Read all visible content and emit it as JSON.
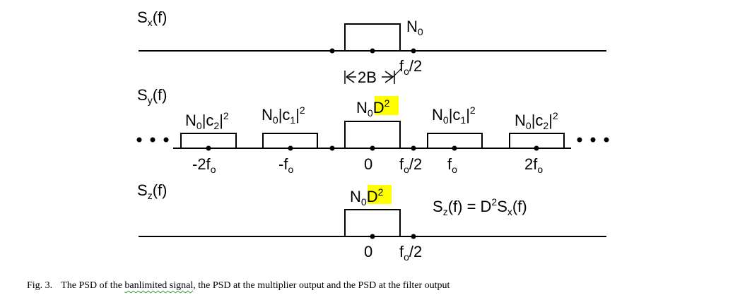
{
  "panels": {
    "sx": {
      "label_main": "S",
      "label_sub": "x",
      "label_tail": "(f)",
      "box_label_main": "N",
      "box_label_sub": "0",
      "fo2_main": "f",
      "fo2_sub": "o",
      "fo2_tail": "/2",
      "bandwidth_label": "2B"
    },
    "sy": {
      "label_main": "S",
      "label_sub": "y",
      "label_tail": "(f)",
      "ellipsis_left": "•••",
      "ellipsis_right": "•••",
      "boxes": [
        {
          "n": "N",
          "n_sub": "0",
          "mid": "|c",
          "c_sub": "2",
          "end": "|",
          "sup": "2",
          "highlight": false
        },
        {
          "n": "N",
          "n_sub": "0",
          "mid": "|c",
          "c_sub": "1",
          "end": "|",
          "sup": "2",
          "highlight": false
        },
        {
          "n": "N",
          "n_sub": "0",
          "mid": "D",
          "c_sub": "",
          "end": "",
          "sup": "2",
          "highlight": true
        },
        {
          "n": "N",
          "n_sub": "0",
          "mid": "|c",
          "c_sub": "1",
          "end": "|",
          "sup": "2",
          "highlight": false
        },
        {
          "n": "N",
          "n_sub": "0",
          "mid": "|c",
          "c_sub": "2",
          "end": "|",
          "sup": "2",
          "highlight": false
        }
      ],
      "ticks": {
        "minus_2fo_main": "-2f",
        "minus_2fo_sub": "o",
        "minus_fo_main": "-f",
        "minus_fo_sub": "o",
        "zero": "0",
        "fo2_main": "f",
        "fo2_sub": "o",
        "fo2_tail": "/2",
        "fo_main": "f",
        "fo_sub": "o",
        "plus_2fo_main": "2f",
        "plus_2fo_sub": "o"
      }
    },
    "sz": {
      "label_main": "S",
      "label_sub": "z",
      "label_tail": "(f)",
      "box_n": "N",
      "box_n_sub": "0",
      "box_d": "D",
      "box_sup": "2",
      "zero": "0",
      "fo2_main": "f",
      "fo2_sub": "o",
      "fo2_tail": "/2",
      "equation": {
        "lhs_main": "S",
        "lhs_sub": "z",
        "lhs_tail": "(f) = D",
        "sup": "2",
        "rhs_main": "S",
        "rhs_sub": "x",
        "rhs_tail": "(f)"
      }
    }
  },
  "caption": {
    "number": "Fig. 3.",
    "text_before": "The PSD of the ",
    "text_flagged": "banlimited signal",
    "text_after": ", the PSD at the multiplier output and the PSD at the filter output"
  },
  "colors": {
    "highlight": "#ffff00",
    "spell_underline": "#2e9e3a",
    "ink": "#000000"
  }
}
